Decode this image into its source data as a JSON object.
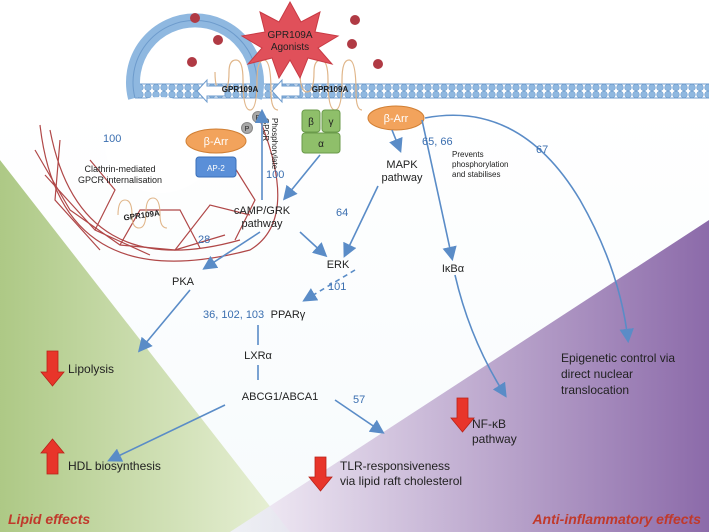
{
  "agonists": "GPR109A\nAgonists",
  "receptor_left": "GPR109A",
  "receptor_right": "GPR109A",
  "receptor_internal": "GPR109A",
  "p_label": "P",
  "beta": "β",
  "gamma": "γ",
  "alpha": "α",
  "barr_left": "β-Arr",
  "barr_right": "β-Arr",
  "ap2": "AP-2",
  "clathrin_text": "Clathrin-mediated\nGPCR internalisation",
  "phosphorylate_text": "Phosphorylate\nGPCR",
  "prevents_text": "Prevents\nphosphorylation\nand stabilises",
  "nodes": {
    "mapk": "MAPK\npathway",
    "camp": "cAMP/GRK\npathway",
    "erk": "ERK",
    "pka": "PKA",
    "ikba": "IκBα",
    "ppar": "PPARγ",
    "lxr": "LXRα",
    "abcg": "ABCG1/ABCA1",
    "lipolysis": "Lipolysis",
    "hdl": "HDL biosynthesis",
    "nfkb": "NF-κB\npathway",
    "tlr": "TLR-responsiveness\nvia lipid raft cholesterol",
    "epi": "Epigenetic control via\ndirect nuclear\ntranslocation"
  },
  "refs": {
    "r100a": "100",
    "r100b": "100",
    "r28": "28",
    "r64": "64",
    "r6566": "65, 66",
    "r67": "67",
    "r101": "101",
    "r36": "36, 102, 103",
    "r57": "57"
  },
  "footer_left": "Lipid effects",
  "footer_right": "Anti-inflammatory effects",
  "colors": {
    "membrane": "#8fb8e0",
    "arrow": "#5a8cc7",
    "star": "#e0505a",
    "barr": "#f2a35c",
    "ap2": "#5a8fd8",
    "gprotein": "#8fbf6a",
    "lipid_bg": "#a9c47f",
    "inflam_bg": "#8a6aa8",
    "red_arrow": "#e8352a",
    "footer_text": "#c0392b"
  }
}
